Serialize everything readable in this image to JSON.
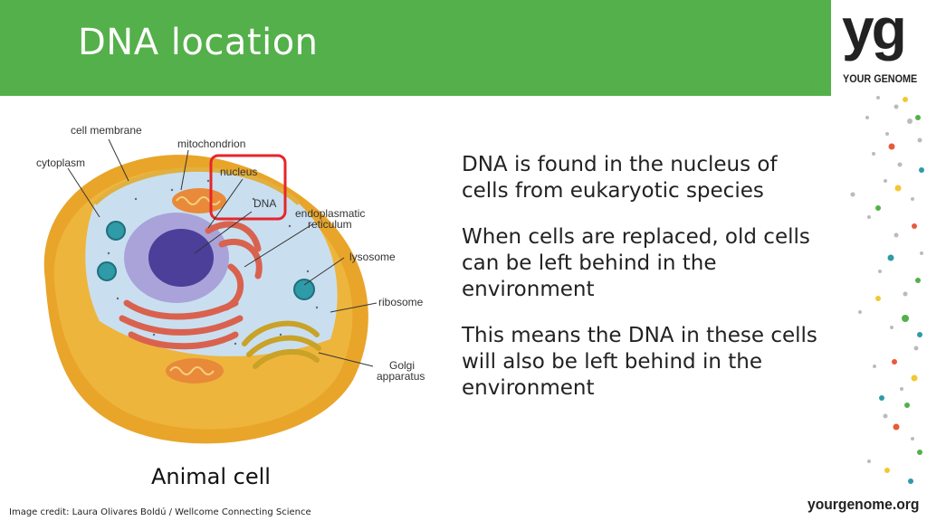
{
  "slide": {
    "title": "DNA location",
    "logo": {
      "mark": "yg",
      "text": "YOUR GENOME"
    },
    "website": "yourgenome.org",
    "credit": "Image credit: Laura Olivares Boldú / Wellcome Connecting Science",
    "caption": "Animal cell",
    "paragraphs": [
      "DNA is found in the nucleus of cells from eukaryotic species",
      "When cells are replaced, old cells can be left behind in the environment",
      "This means the DNA in these cells will also be left behind in the environment"
    ]
  },
  "diagram": {
    "labels": {
      "cell_membrane": "cell membrane",
      "mitochondrion": "mitochondrion",
      "cytoplasm": "cytoplasm",
      "nucleus": "nucleus",
      "dna": "DNA",
      "er_line1": "endoplasmatic",
      "er_line2": "reticulum",
      "lysosome": "lysosome",
      "ribosome": "ribosome",
      "golgi_line1": "Golgi",
      "golgi_line2": "apparatus"
    }
  },
  "colors": {
    "header_green": "#54b04a",
    "highlight_red": "#e5262b",
    "cell_outer": "#e8a52a",
    "cytoplasm": "#c9dff0",
    "nucleus": "#8a82c8",
    "er": "#d9624f",
    "golgi": "#c9a227",
    "mitochondrion": "#e88a3a",
    "lysosome": "#2f9aa8"
  }
}
